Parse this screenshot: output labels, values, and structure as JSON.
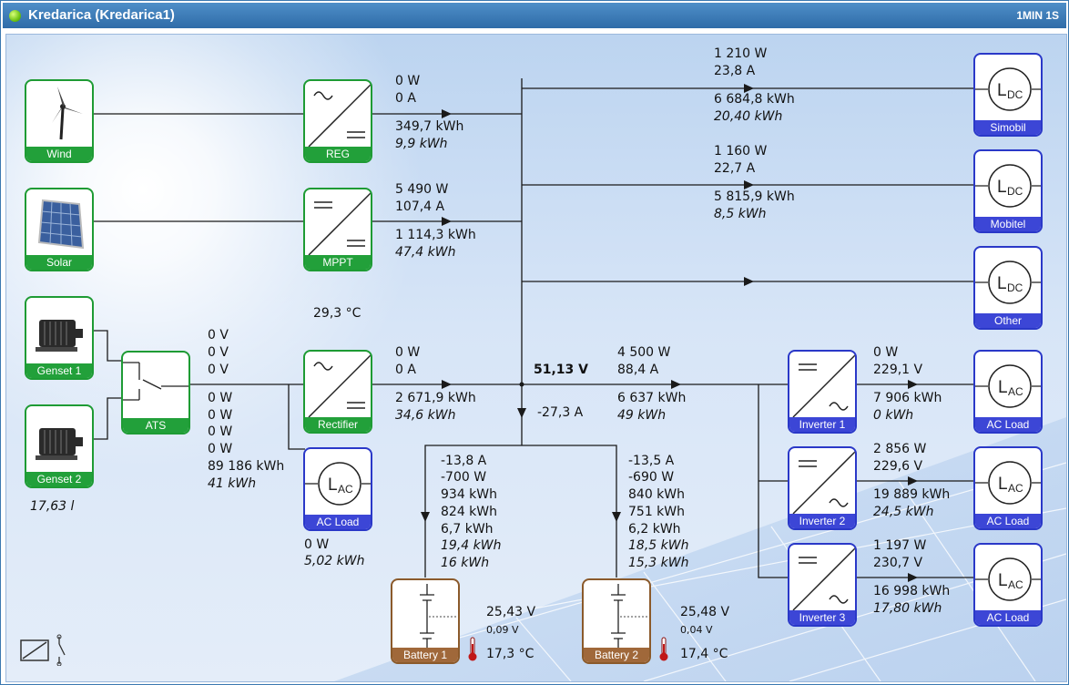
{
  "window": {
    "title": "Kredarica (Kredarica1)",
    "refresh": "1MIN 1S"
  },
  "sources": {
    "wind": "Wind",
    "solar": "Solar",
    "genset1": "Genset 1",
    "genset2": "Genset 2",
    "genset_fuel": "17,63 l"
  },
  "controllers": {
    "reg": "REG",
    "mppt": "MPPT",
    "ats": "ATS",
    "rectifier": "Rectifier",
    "temp": "29,3 °C"
  },
  "reg_stats": [
    "0 W",
    "0 A",
    "349,7 kWh",
    "9,9 kWh"
  ],
  "mppt_stats": [
    "5 490 W",
    "107,4 A",
    "1 114,3 kWh",
    "47,4 kWh"
  ],
  "ats_in": [
    "0 V",
    "0 V",
    "0 V"
  ],
  "ats_out": [
    "0 W",
    "0 W",
    "0 W",
    "0 W",
    "89 186 kWh",
    "41 kWh"
  ],
  "rect_stats": [
    "0 W",
    "0 A",
    "2 671,9 kWh",
    "34,6 kWh"
  ],
  "ac_load_left": {
    "label": "AC Load",
    "power": "0 W",
    "energy": "5,02 kWh"
  },
  "bus": {
    "voltage": "51,13 V",
    "current": "-27,3 A"
  },
  "dc_loads": [
    {
      "label": "Simobil",
      "power": "1 210 W",
      "current": "23,8 A",
      "total": "6 684,8 kWh",
      "today": "20,40 kWh"
    },
    {
      "label": "Mobitel",
      "power": "1 160 W",
      "current": "22,7 A",
      "total": "5 815,9 kWh",
      "today": "8,5 kWh"
    },
    {
      "label": "Other"
    }
  ],
  "inv_feed": [
    "4 500 W",
    "88,4 A",
    "6 637 kWh",
    "49 kWh"
  ],
  "inverters": [
    {
      "label": "Inverter 1",
      "load": "AC Load",
      "power": "0 W",
      "voltage": "229,1 V",
      "total": "7 906 kWh",
      "today": "0 kWh"
    },
    {
      "label": "Inverter 2",
      "load": "AC Load",
      "power": "2 856 W",
      "voltage": "229,6 V",
      "total": "19 889 kWh",
      "today": "24,5 kWh"
    },
    {
      "label": "Inverter 3",
      "load": "AC Load",
      "power": "1 197 W",
      "voltage": "230,7 V",
      "total": "16 998 kWh",
      "today": "17,80 kWh"
    }
  ],
  "batteries": [
    {
      "label": "Battery 1",
      "stats": [
        "-13,8 A",
        "-700 W",
        "934 kWh",
        "824 kWh",
        "6,7 kWh",
        "19,4 kWh",
        "16 kWh"
      ],
      "voltage": "25,43 V",
      "delta": "0,09 V",
      "temp": "17,3 °C"
    },
    {
      "label": "Battery 2",
      "stats": [
        "-13,5 A",
        "-690 W",
        "840 kWh",
        "751 kWh",
        "6,2 kWh",
        "18,5 kWh",
        "15,3 kWh"
      ],
      "voltage": "25,48 V",
      "delta": "0,04 V",
      "temp": "17,4 °C"
    }
  ],
  "colors": {
    "title_bar": "#2f6ca8",
    "source_border": "#1e9b34",
    "load_border": "#2a38c8",
    "battery_border": "#8b5a2b",
    "status_ok": "#6fc414"
  }
}
